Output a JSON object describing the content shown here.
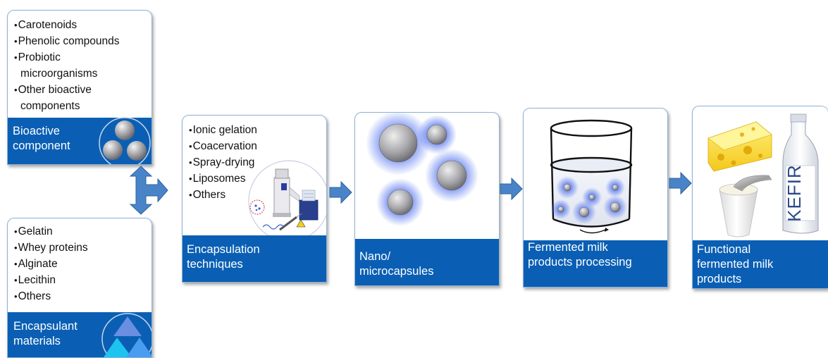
{
  "colors": {
    "box_fill": "#0a5fb4",
    "box_border": "#8fb3d9",
    "arrow": "#4a84c8",
    "capsule_glow": "#4d6ff0",
    "label_text": "#ffffff"
  },
  "bioactive": {
    "items": [
      "Carotenoids",
      "Phenolic compounds",
      "Probiotic microorganisms",
      "Other bioactive components"
    ],
    "label": "Bioactive component",
    "icon": "grey-spheres-icon"
  },
  "encapsulant": {
    "items": [
      "Gelatin",
      "Whey proteins",
      "Alginate",
      "Lecithin",
      "Others"
    ],
    "label": "Encapsulant materials",
    "icon": "blue-triangles-icon"
  },
  "techniques": {
    "items": [
      "Ionic gelation",
      "Coacervation",
      "Spray-drying",
      "Liposomes",
      "Others"
    ],
    "label": "Encapsulation techniques",
    "icon": "lab-equipment-icon"
  },
  "capsules": {
    "label": "Nano/ microcapsules",
    "icon": "glowing-capsules-icon"
  },
  "processing": {
    "label": "Fermented milk products processing",
    "icon": "stirred-beaker-icon"
  },
  "products": {
    "label": "Functional fermented milk products",
    "kefir_text": "KEFIR",
    "icon": "dairy-products-icon"
  }
}
